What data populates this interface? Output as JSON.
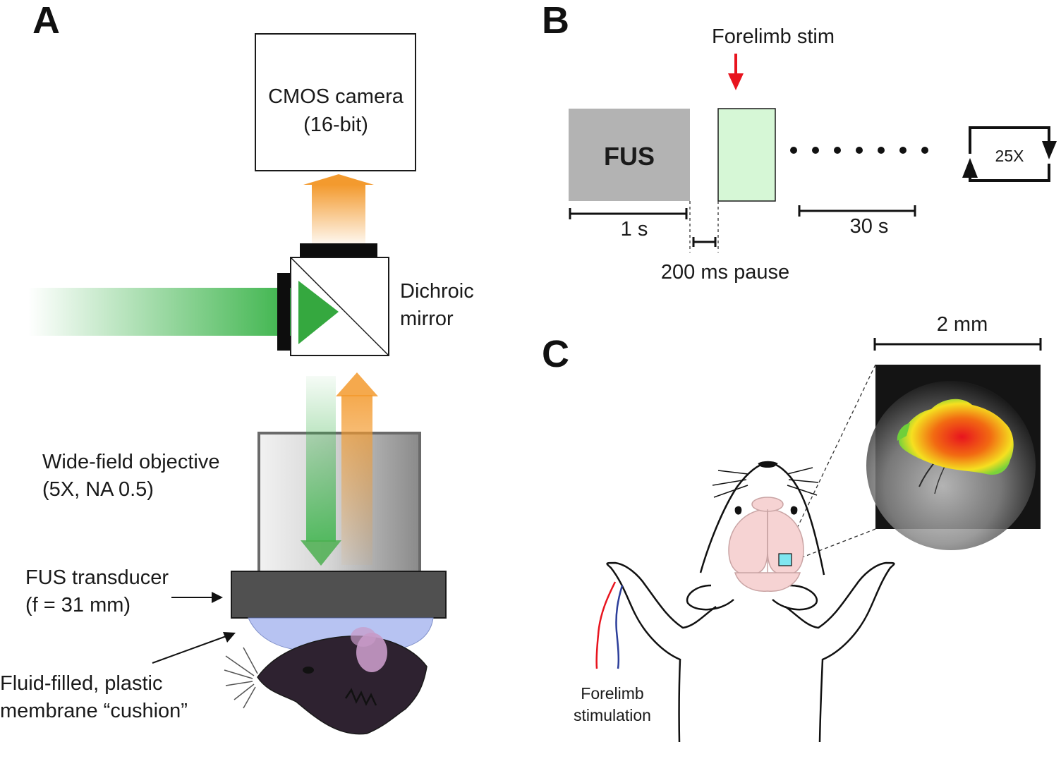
{
  "panels": {
    "a": "A",
    "b": "B",
    "c": "C"
  },
  "panel_a": {
    "camera_line1": "CMOS camera",
    "camera_line2": "(16-bit)",
    "dichroic_line1": "Dichroic",
    "dichroic_line2": "mirror",
    "objective_line1": "Wide-field objective",
    "objective_line2": "(5X, NA 0.5)",
    "transducer_line1": "FUS transducer",
    "transducer_line2": "(f = 31 mm)",
    "cushion_line1": "Fluid-filled, plastic",
    "cushion_line2": "membrane “cushion”"
  },
  "panel_b": {
    "stim_label": "Forelimb stim",
    "fus_label": "FUS",
    "dur_fus": "1 s",
    "pause_label": "200 ms pause",
    "interval_label": "30 s",
    "repeat_label": "25X",
    "dots_count": 7
  },
  "panel_c": {
    "scale_label": "2 mm",
    "stim_line1": "Forelimb",
    "stim_line2": "stimulation"
  },
  "colors": {
    "green_beam": "#3cb44b",
    "orange_beam": "#f39a2e",
    "fus_block": "#b3b3b3",
    "stim_block": "#d6f7d6",
    "red_arrow": "#e8141e",
    "brain": "#f6d3d3",
    "roi": "#7fe6f0",
    "cushion": "#aab8f0",
    "transducer": "#505050"
  }
}
